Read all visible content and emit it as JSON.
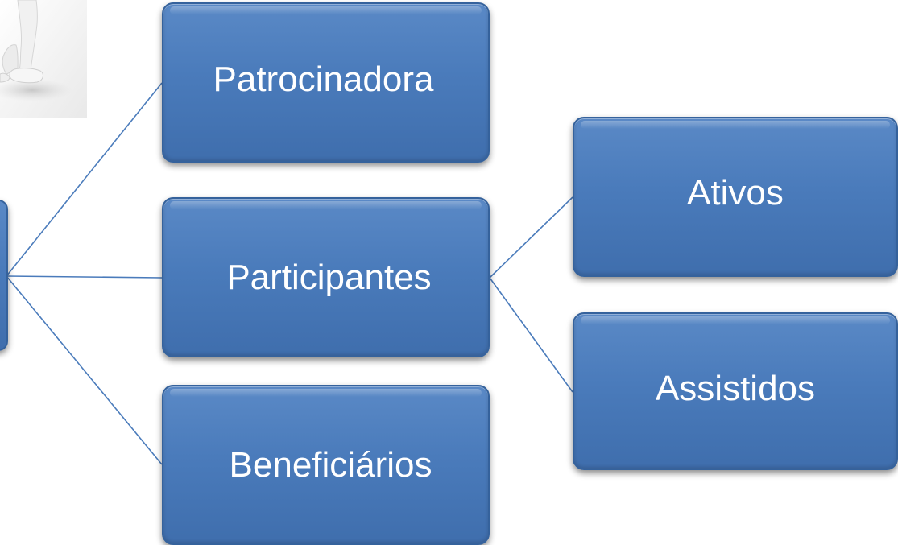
{
  "diagram": {
    "nodes": {
      "patrocinadora": "Patrocinadora",
      "participantes": "Participantes",
      "beneficiarios": "Beneficiários",
      "ativos": "Ativos",
      "assistidos": "Assistidos"
    },
    "edges": [
      [
        "root",
        "patrocinadora"
      ],
      [
        "root",
        "participantes"
      ],
      [
        "root",
        "beneficiarios"
      ],
      [
        "participantes",
        "ativos"
      ],
      [
        "participantes",
        "assistidos"
      ]
    ],
    "colors": {
      "node_fill": "#4a7bbb",
      "node_border": "#35629c",
      "connector": "#4a7bbb",
      "text": "#ffffff"
    }
  }
}
